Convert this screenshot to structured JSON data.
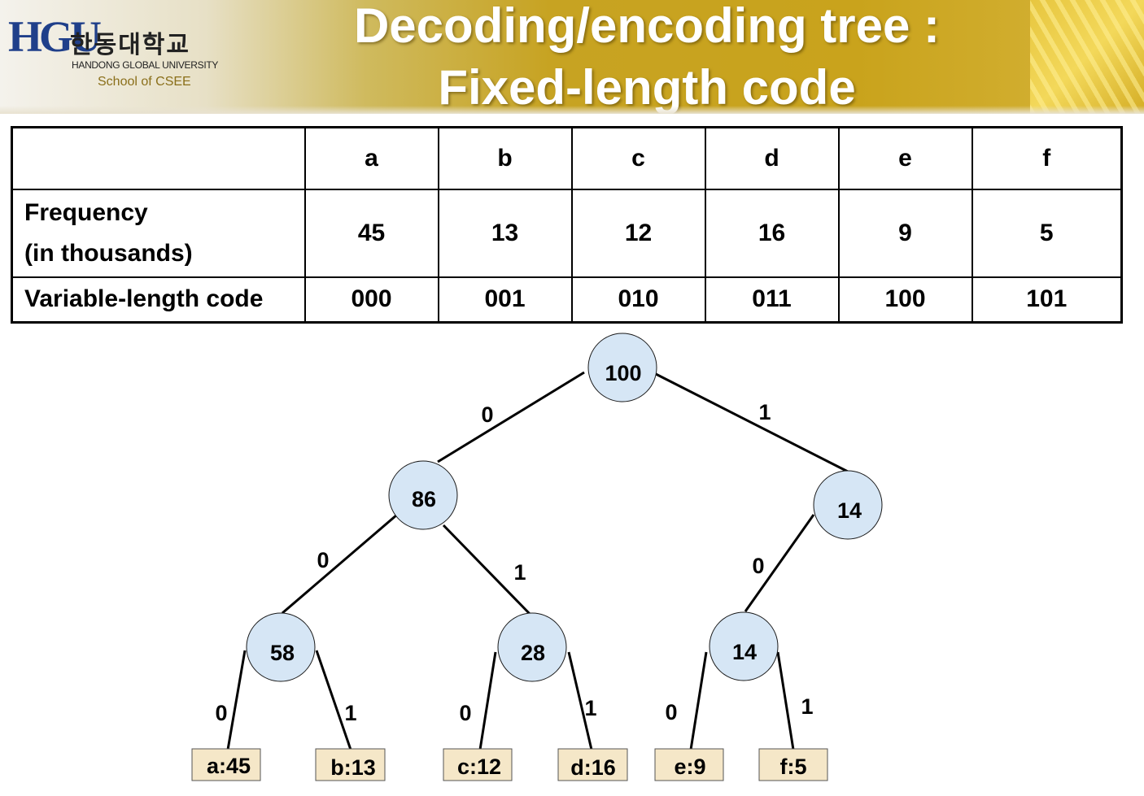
{
  "header": {
    "logo_mark": "HGU",
    "logo_korean": "한동대학교",
    "logo_english": "HANDONG GLOBAL UNIVERSITY",
    "logo_school": "School of CSEE",
    "title_line1": "Decoding/encoding tree :",
    "title_line2": "Fixed-length code"
  },
  "table": {
    "columns": [
      "a",
      "b",
      "c",
      "d",
      "e",
      "f"
    ],
    "frequency_label_line1": "Frequency",
    "frequency_label_line2": "(in thousands)",
    "frequencies": [
      "45",
      "13",
      "12",
      "16",
      "9",
      "5"
    ],
    "code_label": "Variable-length code",
    "codes": [
      "000",
      "001",
      "010",
      "011",
      "100",
      "101"
    ]
  },
  "tree": {
    "nodes": [
      {
        "id": "root",
        "label": "100"
      },
      {
        "id": "n86",
        "label": "86"
      },
      {
        "id": "n14a",
        "label": "14"
      },
      {
        "id": "n58",
        "label": "58"
      },
      {
        "id": "n28",
        "label": "28"
      },
      {
        "id": "n14b",
        "label": "14"
      }
    ],
    "leaves": [
      {
        "id": "la",
        "label": "a:45"
      },
      {
        "id": "lb",
        "label": "b:13"
      },
      {
        "id": "lc",
        "label": "c:12"
      },
      {
        "id": "ld",
        "label": "d:16"
      },
      {
        "id": "le",
        "label": "e:9"
      },
      {
        "id": "lf",
        "label": "f:5"
      }
    ],
    "edge_labels": [
      "0",
      "1",
      "0",
      "1",
      "0",
      "0",
      "1",
      "0",
      "1",
      "0",
      "1"
    ]
  }
}
